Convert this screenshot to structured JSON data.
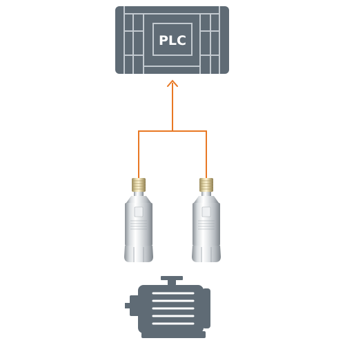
{
  "plc": {
    "label": "PLC"
  },
  "colors": {
    "device": "#5f6b75",
    "line": "#bcc4ca",
    "wire": "#e87722",
    "background": "#ffffff"
  },
  "icons": {
    "plc": "plc-controller-icon",
    "sensor": "vibration-sensor-icon",
    "motor": "electric-motor-icon",
    "arrow": "arrow-up-icon"
  },
  "sensors": [
    {
      "name": "sensor-left"
    },
    {
      "name": "sensor-right"
    }
  ]
}
